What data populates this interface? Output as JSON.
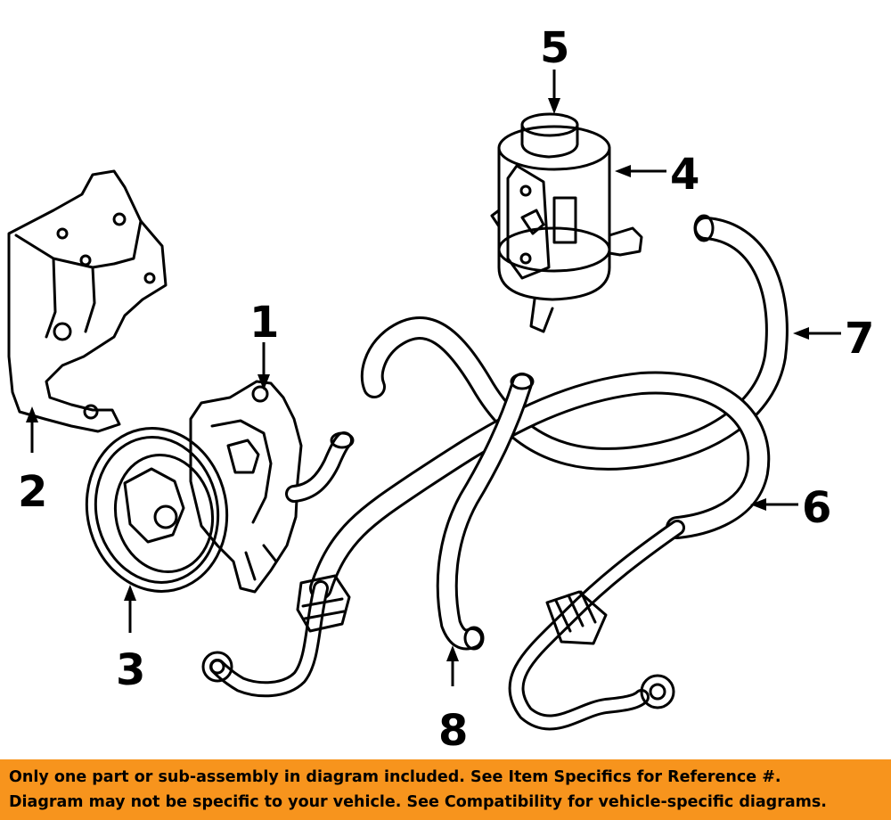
{
  "callouts": {
    "c1": "1",
    "c2": "2",
    "c3": "3",
    "c4": "4",
    "c5": "5",
    "c6": "6",
    "c7": "7",
    "c8": "8"
  },
  "banner": {
    "line1": "Only one part or sub-assembly in diagram included. See Item Specifics for Reference #.",
    "line2": "Diagram may not be specific to your vehicle. See Compatibility for vehicle-specific diagrams."
  },
  "colors": {
    "banner_bg": "#f7941d",
    "ink": "#000000",
    "paper": "#ffffff"
  }
}
